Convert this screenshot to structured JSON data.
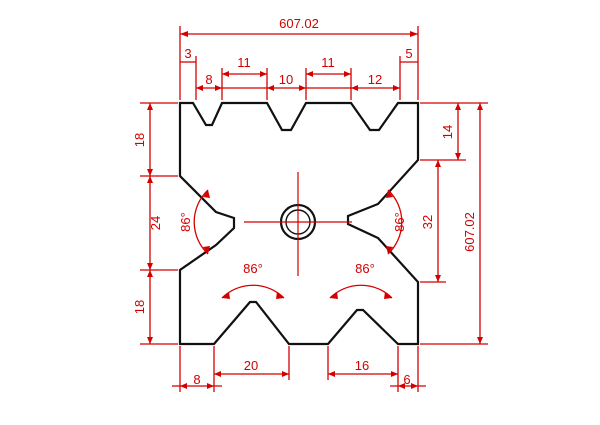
{
  "drawing": {
    "overall_width": "607.02",
    "overall_height": "607.02",
    "top_dims": {
      "left_edge": "3",
      "groove1": "8",
      "gap1": "11",
      "groove2": "10",
      "gap2": "11",
      "groove3": "12",
      "right_edge": "5"
    },
    "left_dims": {
      "upper": "18",
      "middle": "24",
      "lower": "18"
    },
    "right_dims": {
      "upper": "14",
      "middle": "32"
    },
    "bottom_dims": {
      "left_edge": "8",
      "vee_left": "20",
      "vee_right": "16",
      "right_edge": "6"
    },
    "angles": {
      "left_vee": "86°",
      "right_vee": "86°",
      "bottom_left_vee": "86°",
      "bottom_right_vee": "86°"
    },
    "colors": {
      "dimension": "#d40000",
      "outline": "#111111",
      "background": "#ffffff"
    }
  }
}
